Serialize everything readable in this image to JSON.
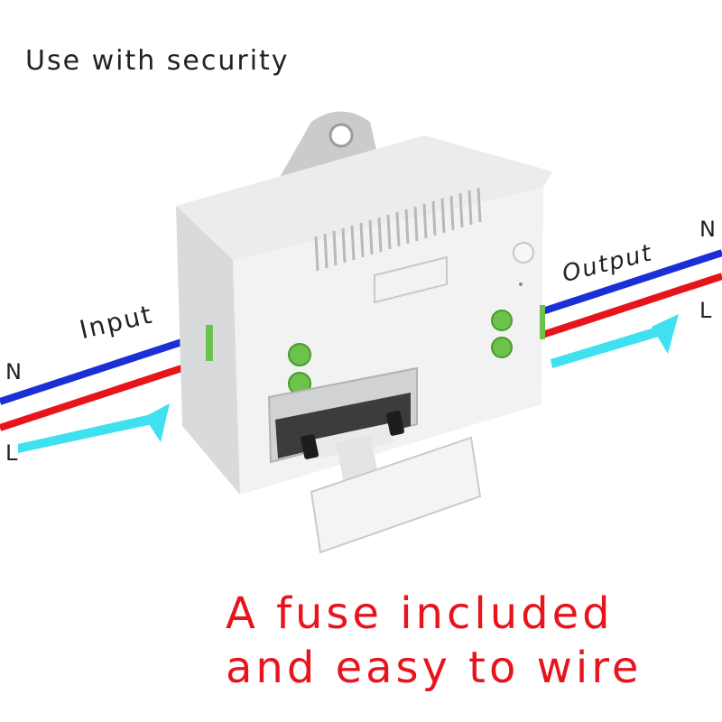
{
  "caption_top": "Use with security",
  "labels": {
    "input": "Input",
    "output": "Output",
    "n_left": "N",
    "l_left": "L",
    "n_right": "N",
    "l_right": "L"
  },
  "headline": {
    "line1": "A fuse included",
    "line2": "and easy to wire"
  },
  "colors": {
    "headline": "#e8141c",
    "neutral_wire": "#1a2fd6",
    "live_wire": "#e8141c",
    "arrow": "#3fe0f0",
    "terminal": "#6cc24a"
  }
}
